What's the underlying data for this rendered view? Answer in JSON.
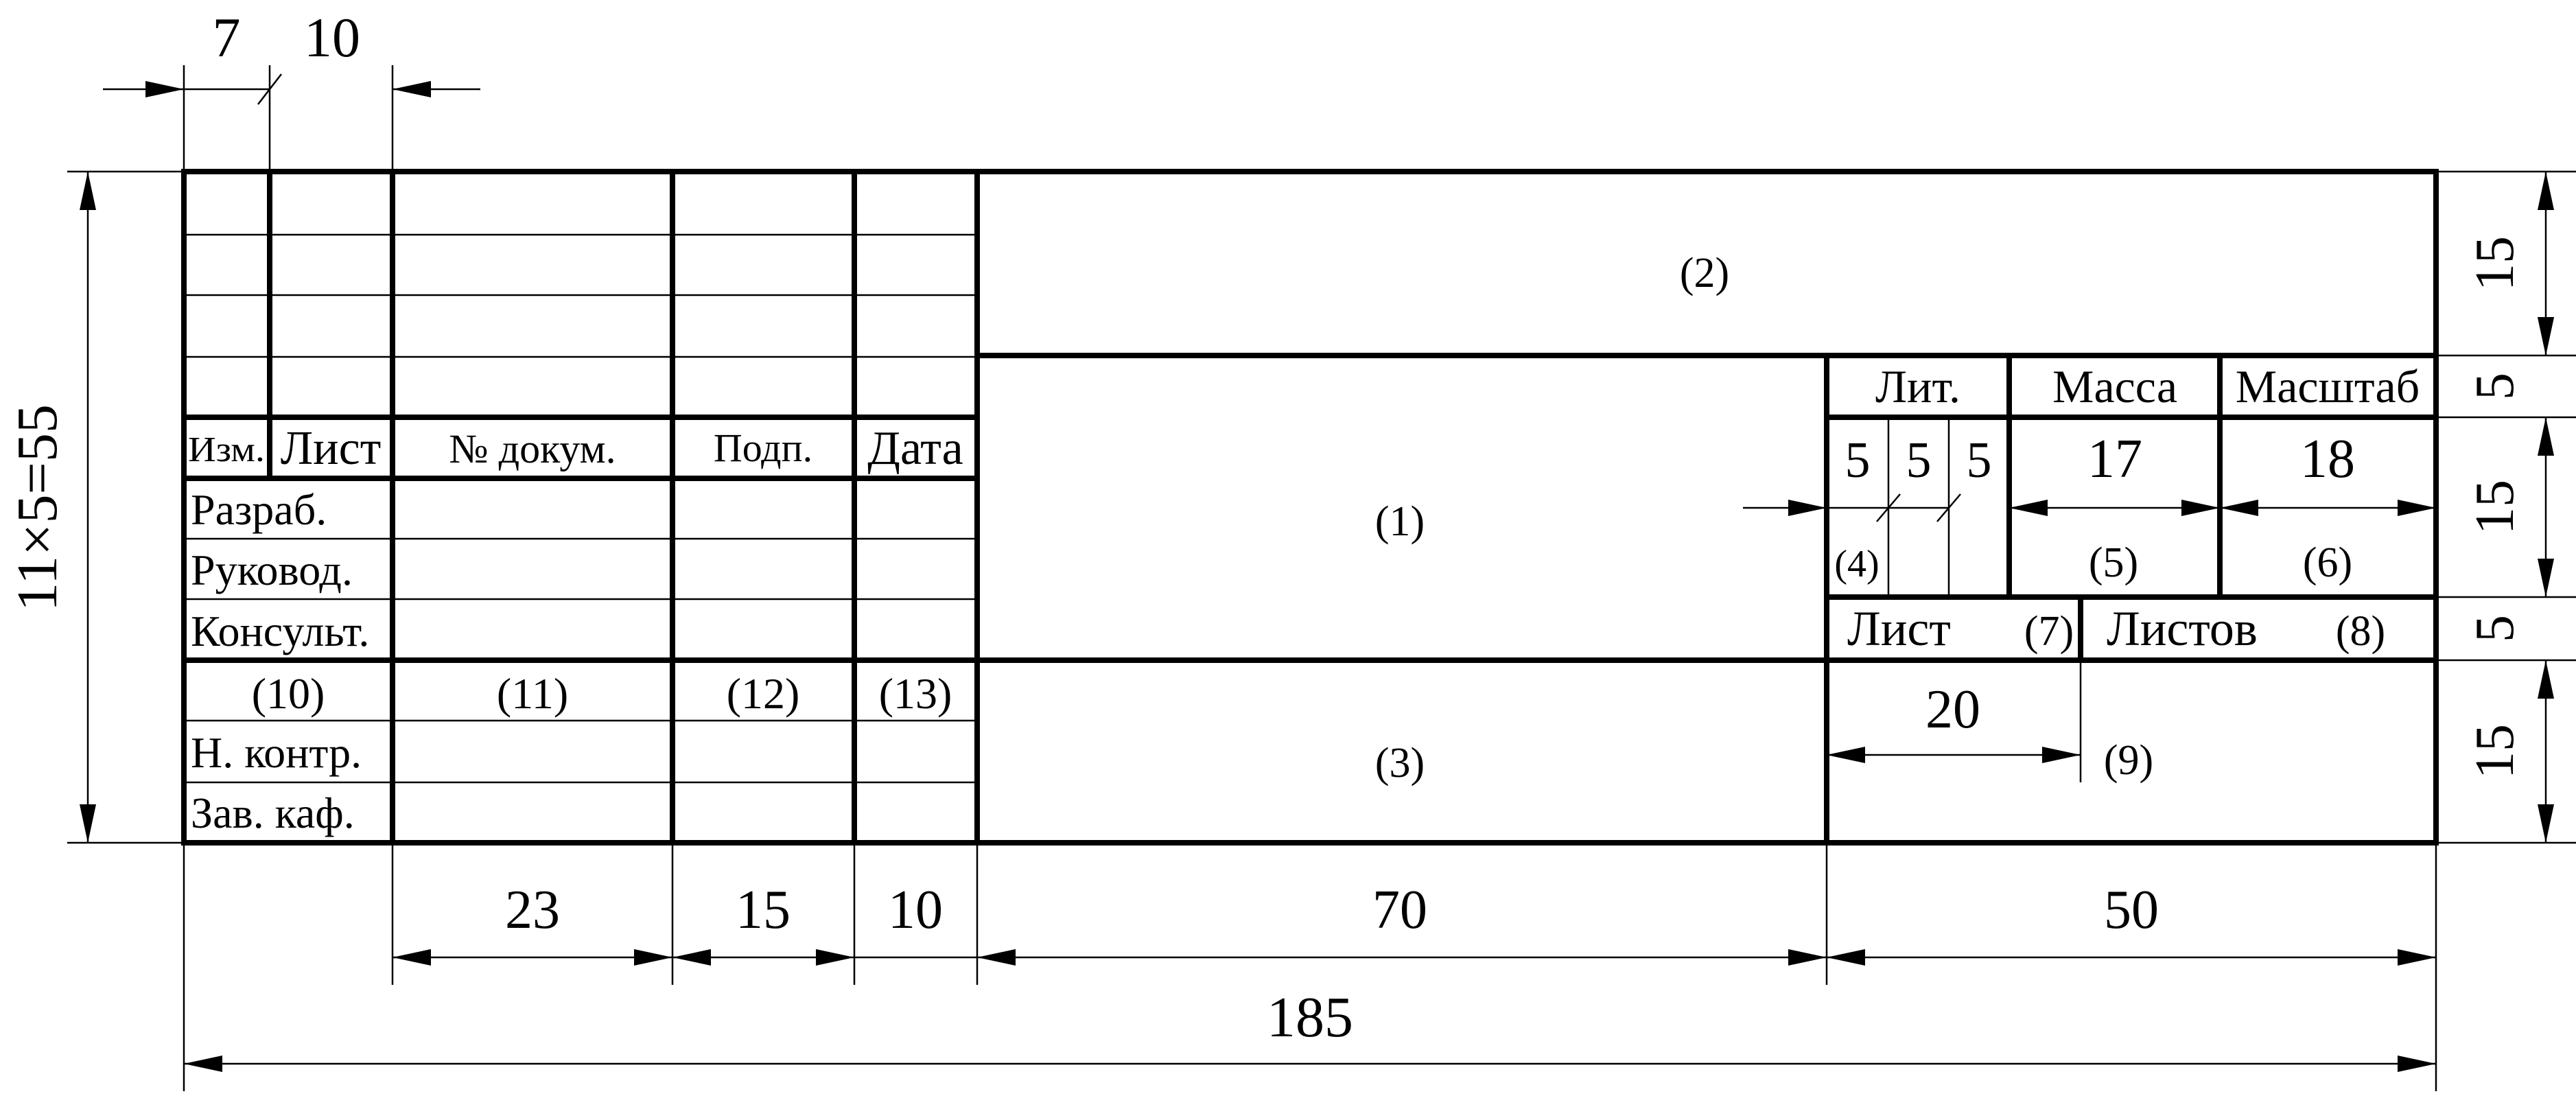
{
  "header_columns": {
    "izm": "Изм.",
    "list": "Лист",
    "doc_no": "№ докум.",
    "sign": "Подп.",
    "date": "Дата"
  },
  "left_rows": {
    "razrab": "Разраб.",
    "rukovod": "Руковод.",
    "konsult": "Консульт.",
    "n_kontr": "Н. контр.",
    "zav_kaf": "Зав. каф."
  },
  "field_markers": {
    "f1": "(1)",
    "f2": "(2)",
    "f3": "(3)",
    "f4": "(4)",
    "f5": "(5)",
    "f6": "(6)",
    "f7": "(7)",
    "f8": "(8)",
    "f9": "(9)",
    "f10": "(10)",
    "f11": "(11)",
    "f12": "(12)",
    "f13": "(13)"
  },
  "info_block": {
    "lit": "Лит.",
    "massa": "Масса",
    "masshtab": "Масштаб",
    "list": "Лист",
    "listov": "Листов"
  },
  "dimensions": {
    "top_left_7": "7",
    "top_left_10": "10",
    "left_height": "11×5=55",
    "right_15_a": "15",
    "right_5_a": "5",
    "right_15_b": "15",
    "right_5_b": "5",
    "right_15_c": "15",
    "lit_5_a": "5",
    "lit_5_b": "5",
    "lit_5_c": "5",
    "massa_17": "17",
    "masshtab_18": "18",
    "list_20": "20",
    "bottom_23": "23",
    "bottom_15": "15",
    "bottom_10": "10",
    "bottom_70": "70",
    "bottom_50": "50",
    "overall_185": "185"
  }
}
